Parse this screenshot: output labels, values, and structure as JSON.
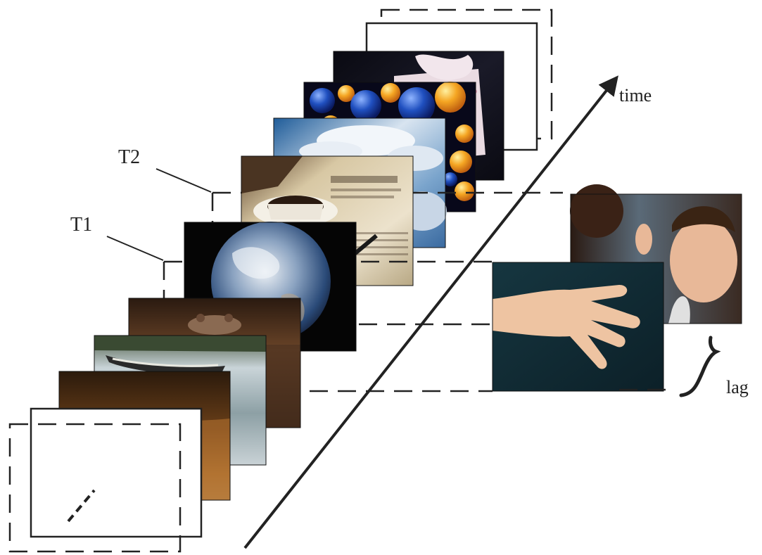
{
  "labels": {
    "t1": "T1",
    "t2": "T2",
    "time": "time",
    "lag": "lag"
  },
  "stream": [
    {
      "name": "sepia-desert-photo",
      "colors": [
        "#2b1a0c",
        "#7a4a1e",
        "#c98a3f",
        "#e0b070"
      ]
    },
    {
      "name": "canoe-lake-photo",
      "colors": [
        "#2e3a2a",
        "#8da0a5",
        "#c9d4d8",
        "#4b5a55"
      ]
    },
    {
      "name": "hippo-water-photo",
      "colors": [
        "#2a1a10",
        "#5a3a22",
        "#8a5a36",
        "#3a2416"
      ]
    },
    {
      "name": "earth-photo",
      "colors": [
        "#050505",
        "#2a4a78",
        "#9fb2c8",
        "#eef2f6"
      ]
    },
    {
      "name": "newspaper-coffee-photo",
      "colors": [
        "#3a2a1a",
        "#c9b896",
        "#e8ddc4",
        "#1a120a"
      ]
    },
    {
      "name": "sky-clouds-photo",
      "colors": [
        "#1f5c99",
        "#6f9fcc",
        "#e6eef6",
        "#4a7ab0"
      ]
    },
    {
      "name": "spheres-photo",
      "colors": [
        "#0a0a14",
        "#1a3a9a",
        "#f0a020",
        "#3a6ad0"
      ]
    },
    {
      "name": "tissue-box-photo",
      "colors": [
        "#0a0a10",
        "#e8d8e0",
        "#c0b0c8",
        "#2a2a3a"
      ]
    }
  ],
  "targets": [
    {
      "name": "hand-photo",
      "colors": [
        "#0f2a33",
        "#1d3e48",
        "#f0c8a8",
        "#d9a888"
      ]
    },
    {
      "name": "child-photo",
      "colors": [
        "#2a1a12",
        "#6a7a88",
        "#e8b898",
        "#1a1a1a"
      ]
    }
  ]
}
